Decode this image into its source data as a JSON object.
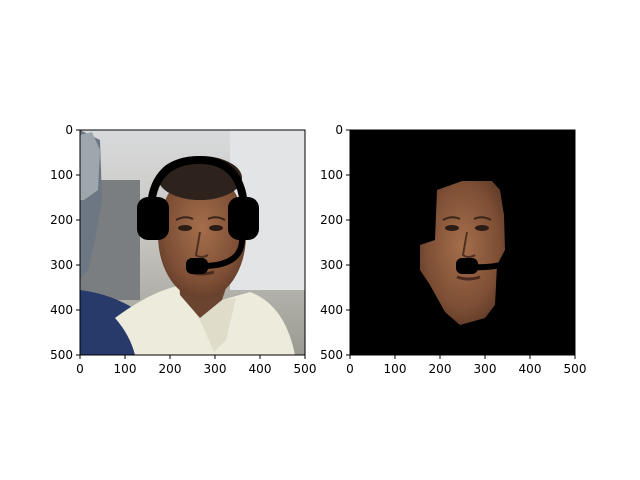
{
  "panels": [
    {
      "name": "original-with-headset",
      "xticks": [
        "0",
        "100",
        "200",
        "300",
        "400",
        "500"
      ],
      "yticks": [
        "0",
        "100",
        "200",
        "300",
        "400",
        "500"
      ],
      "xlim": [
        0,
        500
      ],
      "ylim": [
        500,
        0
      ]
    },
    {
      "name": "face-segmentation",
      "xticks": [
        "0",
        "100",
        "200",
        "300",
        "400",
        "500"
      ],
      "yticks": [
        "0",
        "100",
        "200",
        "300",
        "400",
        "500"
      ],
      "xlim": [
        0,
        500
      ],
      "ylim": [
        500,
        0
      ],
      "background": "#000000"
    }
  ]
}
